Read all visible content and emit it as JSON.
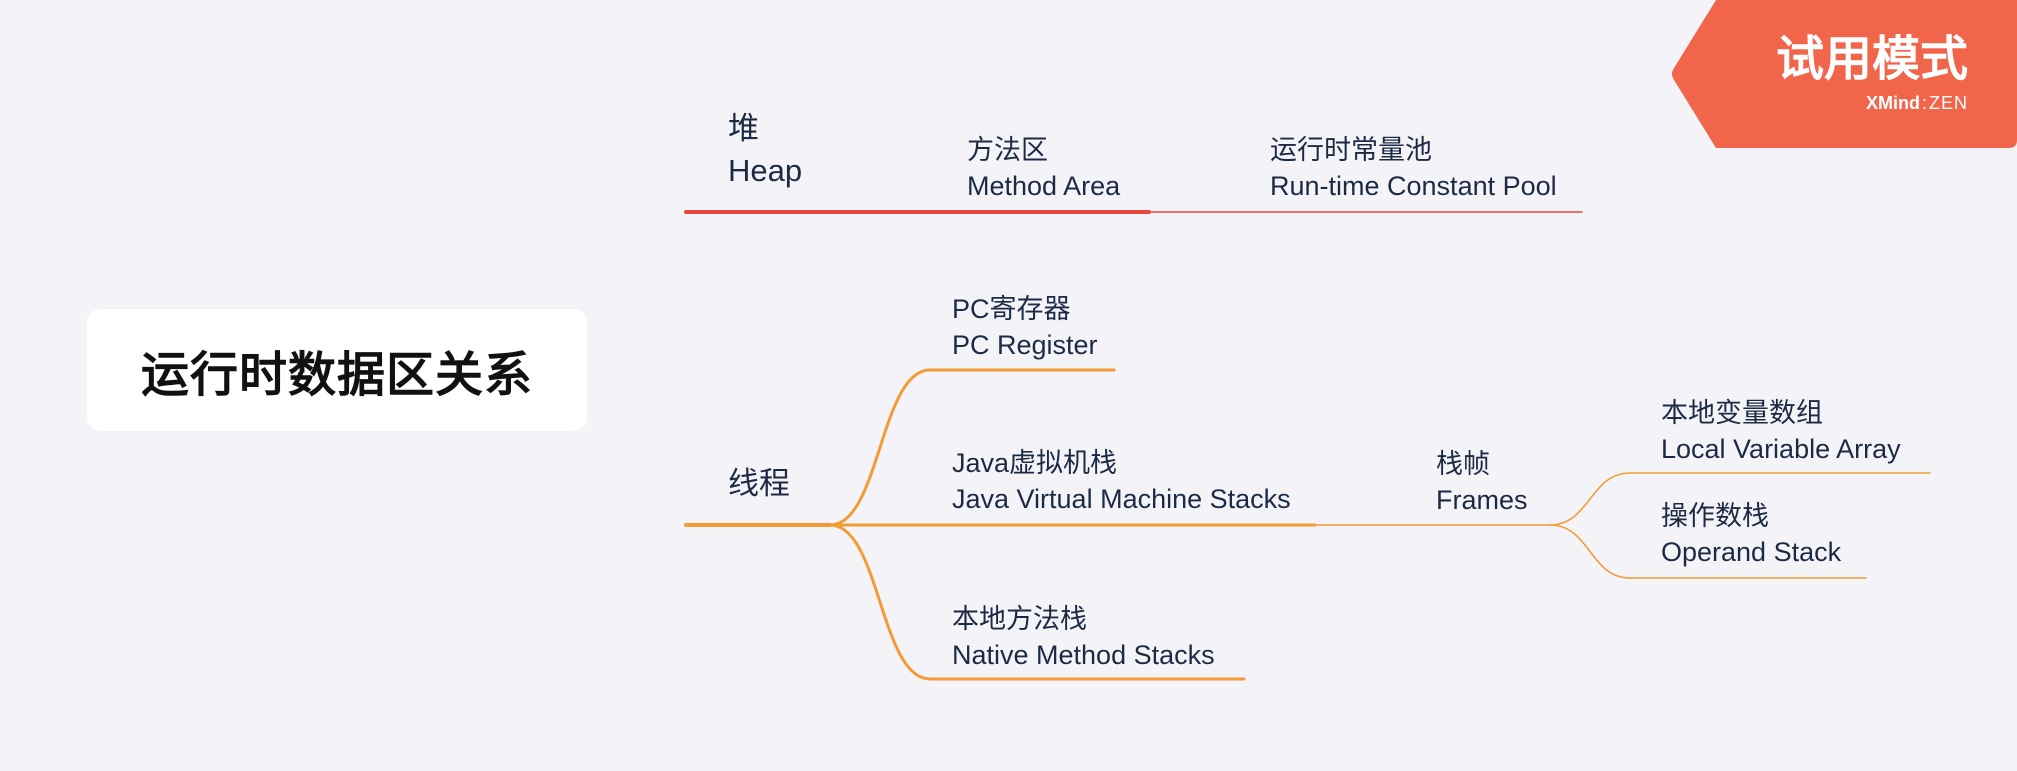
{
  "watermark": {
    "title": "试用模式",
    "brand": "XMind",
    "separator": ":",
    "edition": "ZEN",
    "color": "#f1654b"
  },
  "central_topic": {
    "label": "运行时数据区关系"
  },
  "heap": {
    "label_zh": "堆",
    "label_en": "Heap",
    "color": "#e8473e",
    "method_area": {
      "label_zh": "方法区",
      "label_en": "Method Area"
    },
    "constant_pool": {
      "label_zh": "运行时常量池",
      "label_en": "Run-time Constant Pool"
    }
  },
  "thread": {
    "label": "线程",
    "color": "#f39b35",
    "pc_register": {
      "label_zh": "PC寄存器",
      "label_en": "PC Register"
    },
    "jvm_stacks": {
      "label_zh": "Java虚拟机栈",
      "label_en": "Java Virtual Machine Stacks",
      "frames": {
        "label_zh": "栈帧",
        "label_en": "Frames",
        "local_variable_array": {
          "label_zh": "本地变量数组",
          "label_en": "Local Variable Array"
        },
        "operand_stack": {
          "label_zh": "操作数栈",
          "label_en": "Operand Stack"
        }
      }
    },
    "native_stacks": {
      "label_zh": "本地方法栈",
      "label_en": "Native Method Stacks"
    }
  }
}
